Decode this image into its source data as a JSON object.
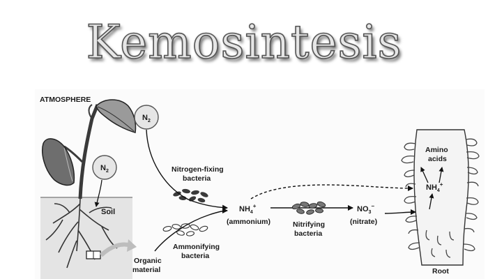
{
  "title": "Kemosintesis",
  "labels": {
    "atmosphere": "ATMOSPHERE",
    "n2": "N",
    "n2_sub": "2",
    "soil": "Soil",
    "nitrogen_fixing_1": "Nitrogen-fixing",
    "nitrogen_fixing_2": "bacteria",
    "ammonifying_1": "Ammonifying",
    "ammonifying_2": "bacteria",
    "organic_1": "Organic",
    "organic_2": "material",
    "nh4": "NH",
    "nh4_sub": "4",
    "nh4_sup": "+",
    "ammonium": "(ammonium)",
    "nitrifying_1": "Nitrifying",
    "nitrifying_2": "bacteria",
    "no3": "NO",
    "no3_sub": "3",
    "no3_sup": "−",
    "nitrate": "(nitrate)",
    "amino_1": "Amino",
    "amino_2": "acids",
    "root": "Root"
  }
}
